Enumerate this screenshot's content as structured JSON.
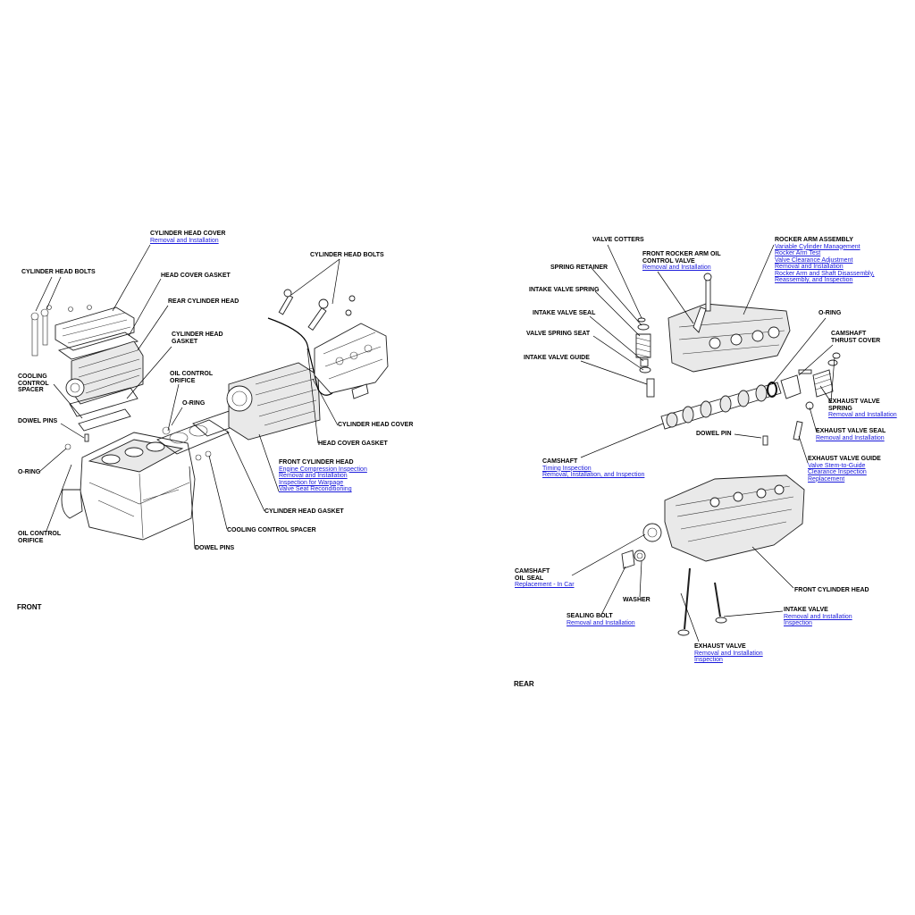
{
  "front_view": {
    "caption": "FRONT",
    "labels": {
      "cylinder_head_cover_top": {
        "title": [
          "CYLINDER HEAD COVER"
        ],
        "links": [
          "Removal and Installation"
        ]
      },
      "cylinder_head_bolts_left": {
        "title": [
          "CYLINDER HEAD BOLTS"
        ],
        "links": []
      },
      "head_cover_gasket_top": {
        "title": [
          "HEAD COVER GASKET"
        ],
        "links": []
      },
      "rear_cylinder_head": {
        "title": [
          "REAR CYLINDER HEAD"
        ],
        "links": []
      },
      "cylinder_head_gasket_rear": {
        "title": [
          "CYLINDER HEAD",
          "GASKET"
        ],
        "links": []
      },
      "cooling_control_spacer_left": {
        "title": [
          "COOLING",
          "CONTROL",
          "SPACER"
        ],
        "links": []
      },
      "oil_control_orifice_mid": {
        "title": [
          "OIL CONTROL",
          "ORIFICE"
        ],
        "links": []
      },
      "o_ring_mid": {
        "title": [
          "O-RING"
        ],
        "links": []
      },
      "dowel_pins_left": {
        "title": [
          "DOWEL PINS"
        ],
        "links": []
      },
      "o_ring_left": {
        "title": [
          "O-RING"
        ],
        "links": []
      },
      "oil_control_orifice_left": {
        "title": [
          "OIL CONTROL",
          "ORIFICE"
        ],
        "links": []
      },
      "cylinder_head_bolts_right": {
        "title": [
          "CYLINDER HEAD BOLTS"
        ],
        "links": []
      },
      "cylinder_head_cover_right": {
        "title": [
          "CYLINDER HEAD COVER"
        ],
        "links": []
      },
      "head_cover_gasket_right": {
        "title": [
          "HEAD COVER GASKET"
        ],
        "links": []
      },
      "front_cylinder_head": {
        "title": [
          "FRONT CYLINDER HEAD"
        ],
        "links": [
          "Engine Compression Inspection",
          "Removal and Installation",
          "Inspection for Warpage",
          "Valve Seat Reconditioning"
        ]
      },
      "cylinder_head_gasket_bottom": {
        "title": [
          "CYLINDER HEAD GASKET"
        ],
        "links": []
      },
      "cooling_control_spacer_bottom": {
        "title": [
          "COOLING CONTROL SPACER"
        ],
        "links": []
      },
      "dowel_pins_bottom": {
        "title": [
          "DOWEL PINS"
        ],
        "links": []
      }
    }
  },
  "rear_view": {
    "caption": "REAR",
    "labels": {
      "valve_cotters": {
        "title": [
          "VALVE COTTERS"
        ],
        "links": []
      },
      "front_rocker_arm_oil_control_valve": {
        "title": [
          "FRONT ROCKER ARM OIL",
          "CONTROL VALVE"
        ],
        "links": [
          "Removal and Installation"
        ]
      },
      "rocker_arm_assembly": {
        "title": [
          "ROCKER ARM ASSEMBLY"
        ],
        "links": [
          "Variable Cylinder Management",
          "Rocker Arm Test",
          "Valve Clearance Adjustment",
          "Removal and Installation",
          "Rocker Arm and Shaft Disassembly,",
          "Reassembly, and Inspection"
        ]
      },
      "spring_retainer": {
        "title": [
          "SPRING RETAINER"
        ],
        "links": []
      },
      "intake_valve_spring": {
        "title": [
          "INTAKE VALVE SPRING"
        ],
        "links": []
      },
      "intake_valve_seal": {
        "title": [
          "INTAKE VALVE SEAL"
        ],
        "links": []
      },
      "o_ring": {
        "title": [
          "O-RING"
        ],
        "links": []
      },
      "valve_spring_seat": {
        "title": [
          "VALVE SPRING SEAT"
        ],
        "links": []
      },
      "camshaft_thrust_cover": {
        "title": [
          "CAMSHAFT",
          "THRUST COVER"
        ],
        "links": []
      },
      "intake_valve_guide": {
        "title": [
          "INTAKE VALVE GUIDE"
        ],
        "links": []
      },
      "exhaust_valve_spring": {
        "title": [
          "EXHAUST VALVE",
          "SPRING"
        ],
        "links": [
          "Removal and Installation"
        ]
      },
      "dowel_pin": {
        "title": [
          "DOWEL PIN"
        ],
        "links": []
      },
      "exhaust_valve_seal": {
        "title": [
          "EXHAUST VALVE SEAL"
        ],
        "links": [
          "Removal and Installation"
        ]
      },
      "camshaft": {
        "title": [
          "CAMSHAFT"
        ],
        "links": [
          "Timing Inspection",
          "Removal, Installation, and Inspection"
        ]
      },
      "exhaust_valve_guide": {
        "title": [
          "EXHAUST VALVE GUIDE"
        ],
        "links": [
          "Valve Stem-to-Guide",
          "Clearance Inspection",
          "Replacement"
        ]
      },
      "camshaft_oil_seal": {
        "title": [
          "CAMSHAFT",
          "OIL SEAL"
        ],
        "links": [
          "Replacement - In Car"
        ]
      },
      "front_cylinder_head": {
        "title": [
          "FRONT CYLINDER HEAD"
        ],
        "links": []
      },
      "washer": {
        "title": [
          "WASHER"
        ],
        "links": []
      },
      "intake_valve": {
        "title": [
          "INTAKE VALVE"
        ],
        "links": [
          "Removal and Installation",
          "Inspection"
        ]
      },
      "sealing_bolt": {
        "title": [
          "SEALING BOLT"
        ],
        "links": [
          "Removal and Installation"
        ]
      },
      "exhaust_valve": {
        "title": [
          "EXHAUST VALVE"
        ],
        "links": [
          "Removal and Installation",
          "Inspection"
        ]
      }
    }
  }
}
